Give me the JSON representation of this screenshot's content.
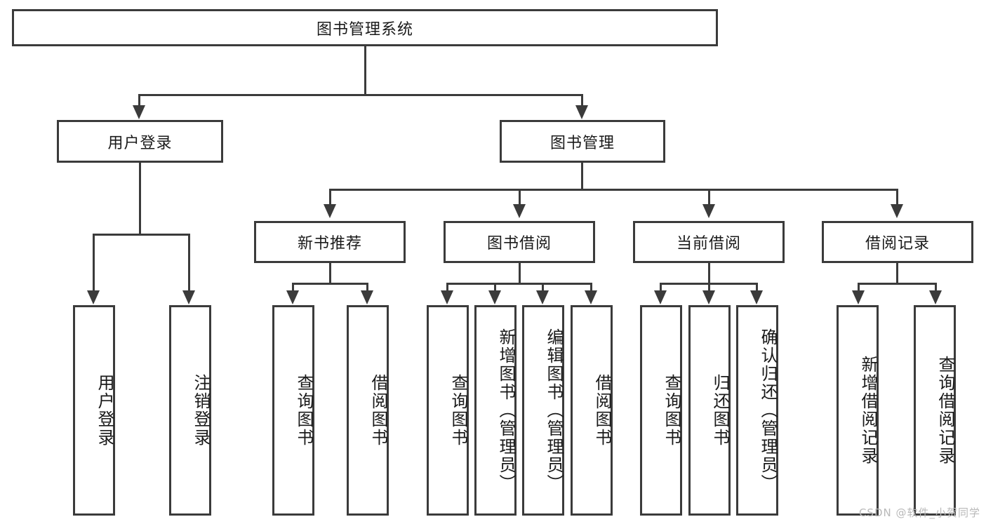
{
  "diagram": {
    "type": "tree-hierarchy-chart",
    "title": "图书管理系统",
    "background_color": "#ffffff",
    "line_color": "#3b3b3b",
    "text_color": "#1a1a1a",
    "root": {
      "id": "root",
      "label": "图书管理系统",
      "orientation": "horizontal"
    },
    "level1": [
      {
        "id": "user-login",
        "label": "用户登录",
        "orientation": "horizontal"
      },
      {
        "id": "book-manage",
        "label": "图书管理",
        "orientation": "horizontal"
      }
    ],
    "level2": [
      {
        "id": "new-book-recommend",
        "label": "新书推荐",
        "orientation": "horizontal",
        "parent": "book-manage"
      },
      {
        "id": "book-borrow",
        "label": "图书借阅",
        "orientation": "horizontal",
        "parent": "book-manage"
      },
      {
        "id": "current-borrow",
        "label": "当前借阅",
        "orientation": "horizontal",
        "parent": "book-manage"
      },
      {
        "id": "borrow-record",
        "label": "借阅记录",
        "orientation": "horizontal",
        "parent": "book-manage"
      }
    ],
    "leaves": [
      {
        "id": "leaf-user-login",
        "label": "用户登录",
        "orientation": "vertical",
        "parent": "user-login"
      },
      {
        "id": "leaf-user-logout",
        "label": "注销登录",
        "orientation": "vertical",
        "parent": "user-login"
      },
      {
        "id": "leaf-query-book-1",
        "label": "查询图书",
        "orientation": "vertical",
        "parent": "new-book-recommend"
      },
      {
        "id": "leaf-borrow-book-1",
        "label": "借阅图书",
        "orientation": "vertical",
        "parent": "new-book-recommend"
      },
      {
        "id": "leaf-query-book-2",
        "label": "查询图书",
        "orientation": "vertical",
        "parent": "book-borrow"
      },
      {
        "id": "leaf-add-book",
        "label": "新增图书（管理员）",
        "orientation": "vertical",
        "parent": "book-borrow"
      },
      {
        "id": "leaf-edit-book",
        "label": "编辑图书（管理员）",
        "orientation": "vertical",
        "parent": "book-borrow"
      },
      {
        "id": "leaf-borrow-book-2",
        "label": "借阅图书",
        "orientation": "vertical",
        "parent": "book-borrow"
      },
      {
        "id": "leaf-query-book-3",
        "label": "查询图书",
        "orientation": "vertical",
        "parent": "current-borrow"
      },
      {
        "id": "leaf-return-book",
        "label": "归还图书",
        "orientation": "vertical",
        "parent": "current-borrow"
      },
      {
        "id": "leaf-confirm-return",
        "label": "确认归还（管理员）",
        "orientation": "vertical",
        "parent": "current-borrow"
      },
      {
        "id": "leaf-add-record",
        "label": "新增借阅记录",
        "orientation": "vertical",
        "parent": "borrow-record"
      },
      {
        "id": "leaf-query-record",
        "label": "查询借阅记录",
        "orientation": "vertical",
        "parent": "borrow-record"
      }
    ]
  },
  "watermark": {
    "text": "CSDN @软件_小贺同学"
  }
}
